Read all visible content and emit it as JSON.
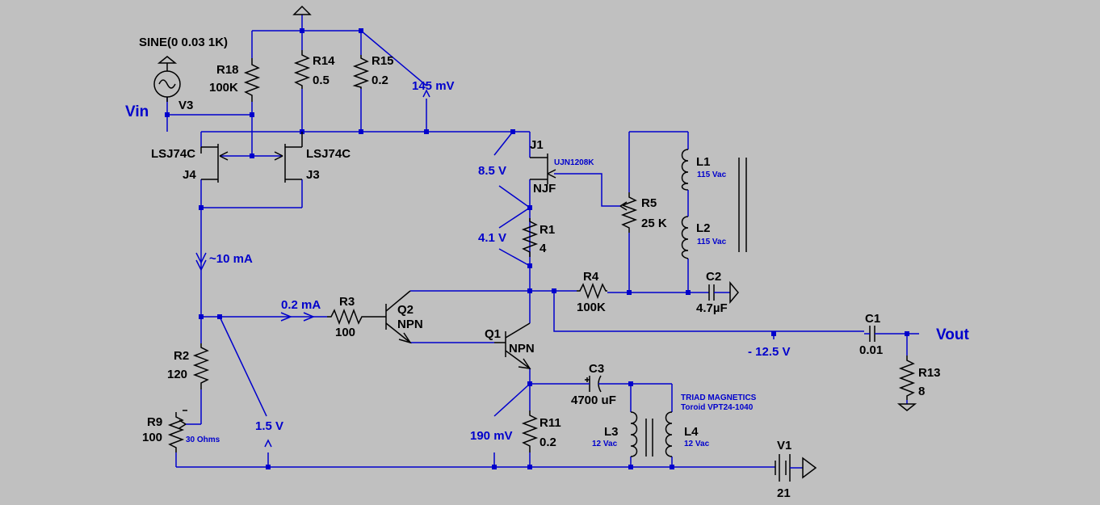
{
  "components": [
    {
      "ref": "V3",
      "value": "SINE(0 0.03 1K)"
    },
    {
      "ref": "R18",
      "value": "100K"
    },
    {
      "ref": "R14",
      "value": "0.5"
    },
    {
      "ref": "R15",
      "value": "0.2"
    },
    {
      "ref": "J4",
      "value": "LSJ74C"
    },
    {
      "ref": "J3",
      "value": "LSJ74C"
    },
    {
      "ref": "J1",
      "value": "NJF",
      "model": "UJN1208K"
    },
    {
      "ref": "R5",
      "value": "25 K"
    },
    {
      "ref": "L1",
      "value": "115 Vac"
    },
    {
      "ref": "L2",
      "value": "115 Vac"
    },
    {
      "ref": "R1",
      "value": "4"
    },
    {
      "ref": "R4",
      "value": "100K"
    },
    {
      "ref": "C2",
      "value": "4.7µF"
    },
    {
      "ref": "R3",
      "value": "100"
    },
    {
      "ref": "Q2",
      "value": "NPN"
    },
    {
      "ref": "Q1",
      "value": "NPN"
    },
    {
      "ref": "C1",
      "value": "0.01"
    },
    {
      "ref": "R13",
      "value": "8"
    },
    {
      "ref": "R2",
      "value": "120"
    },
    {
      "ref": "R9",
      "value": "100",
      "setting": "30 Ohms"
    },
    {
      "ref": "R11",
      "value": "0.2"
    },
    {
      "ref": "C3",
      "value": "4700 uF"
    },
    {
      "ref": "L3",
      "value": "12 Vac"
    },
    {
      "ref": "L4",
      "value": "12 Vac"
    },
    {
      "ref": "V1",
      "value": "21"
    }
  ],
  "nets": {
    "vin": "Vin",
    "vout": "Vout",
    "n145mv": "145 mV",
    "n8v5": "8.5 V",
    "n4v1": "4.1 V",
    "i10ma": "~10 mA",
    "i02ma": "0.2 mA",
    "nm125": "- 12.5 V",
    "n15v": "1.5 V",
    "n190mv": "190 mV"
  },
  "notes": {
    "transformer_line1": "TRIAD MAGNETICS",
    "transformer_line2": "Toroid VPT24-1040"
  },
  "colors": {
    "background": "#c0c0c0",
    "wire": "#0000cc",
    "symbol": "#000000"
  }
}
